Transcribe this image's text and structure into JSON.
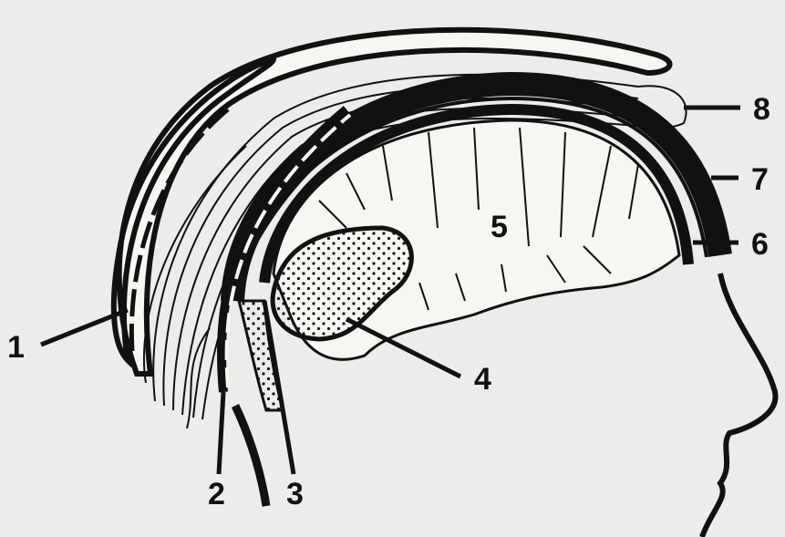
{
  "diagram": {
    "center_label": "5",
    "callouts": [
      {
        "id": "part-1",
        "label": "1"
      },
      {
        "id": "part-2",
        "label": "2"
      },
      {
        "id": "part-3",
        "label": "3"
      },
      {
        "id": "part-4",
        "label": "4"
      },
      {
        "id": "part-6",
        "label": "6"
      },
      {
        "id": "part-7",
        "label": "7"
      },
      {
        "id": "part-8",
        "label": "8"
      }
    ],
    "colors": {
      "ink": "#111111",
      "paper": "#ececea"
    }
  }
}
